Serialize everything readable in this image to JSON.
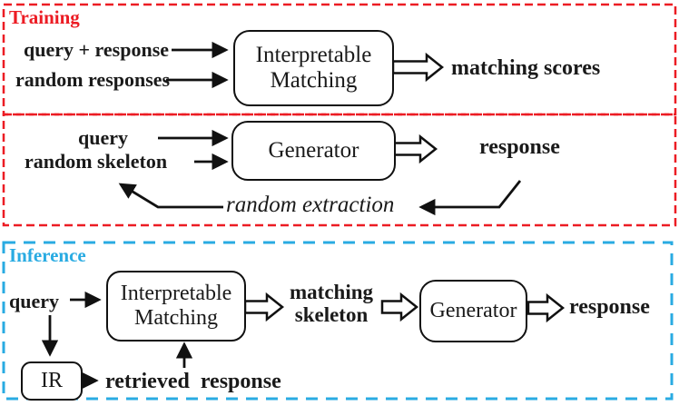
{
  "colors": {
    "training_accent": "#ec1c24",
    "inference_accent": "#29abe2",
    "ink": "#1a1a1a",
    "node_fill": "#ffffff"
  },
  "training": {
    "label": "Training",
    "matching_row": {
      "input_top": "query + response",
      "input_bottom": "random responses",
      "node": "Interpretable Matching",
      "output": "matching scores"
    },
    "generator_row": {
      "input_top": "query",
      "input_bottom": "random skeleton",
      "node": "Generator",
      "output": "response",
      "feedback": "random extraction"
    }
  },
  "inference": {
    "label": "Inference",
    "input": "query",
    "matching_node": "Interpretable Matching",
    "intermediate": "matching skeleton",
    "generator_node": "Generator",
    "output": "response",
    "ir_node": "IR",
    "retrieved": "retrieved response"
  }
}
